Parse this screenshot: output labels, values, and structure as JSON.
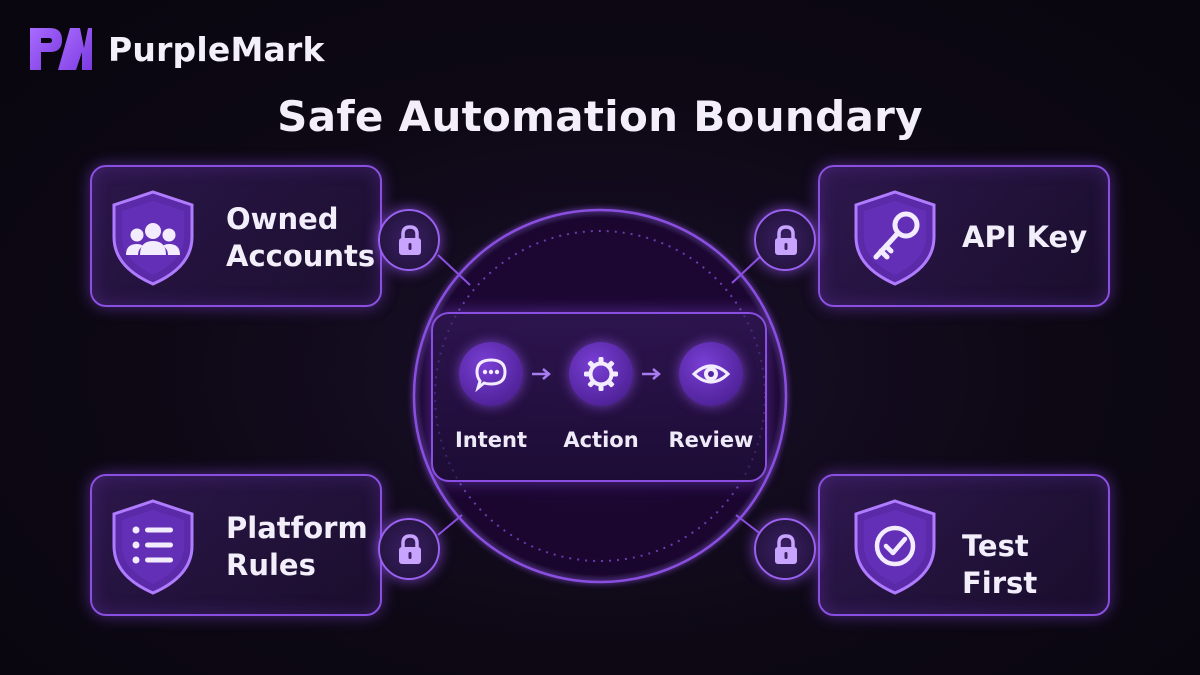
{
  "brand": {
    "name": "PurpleMark",
    "logo_icon": "pm-monogram-icon"
  },
  "title": "Safe Automation Boundary",
  "cards": {
    "owned_accounts": {
      "label": "Owned\nAccounts",
      "icon": "users-shield-icon"
    },
    "api_key": {
      "label": "API Key",
      "icon": "key-shield-icon"
    },
    "platform_rules": {
      "label": "Platform\nRules",
      "icon": "list-shield-icon"
    },
    "test_first": {
      "label": "Test First",
      "icon": "check-shield-icon"
    }
  },
  "flow": {
    "steps": [
      {
        "label": "Intent",
        "icon": "chat-bubble-icon"
      },
      {
        "label": "Action",
        "icon": "gear-icon"
      },
      {
        "label": "Review",
        "icon": "eye-icon"
      }
    ]
  },
  "colors": {
    "accent": "#8a4fe0",
    "accent_light": "#b07cff",
    "background": "#0d0814",
    "text": "#f2eefa"
  }
}
